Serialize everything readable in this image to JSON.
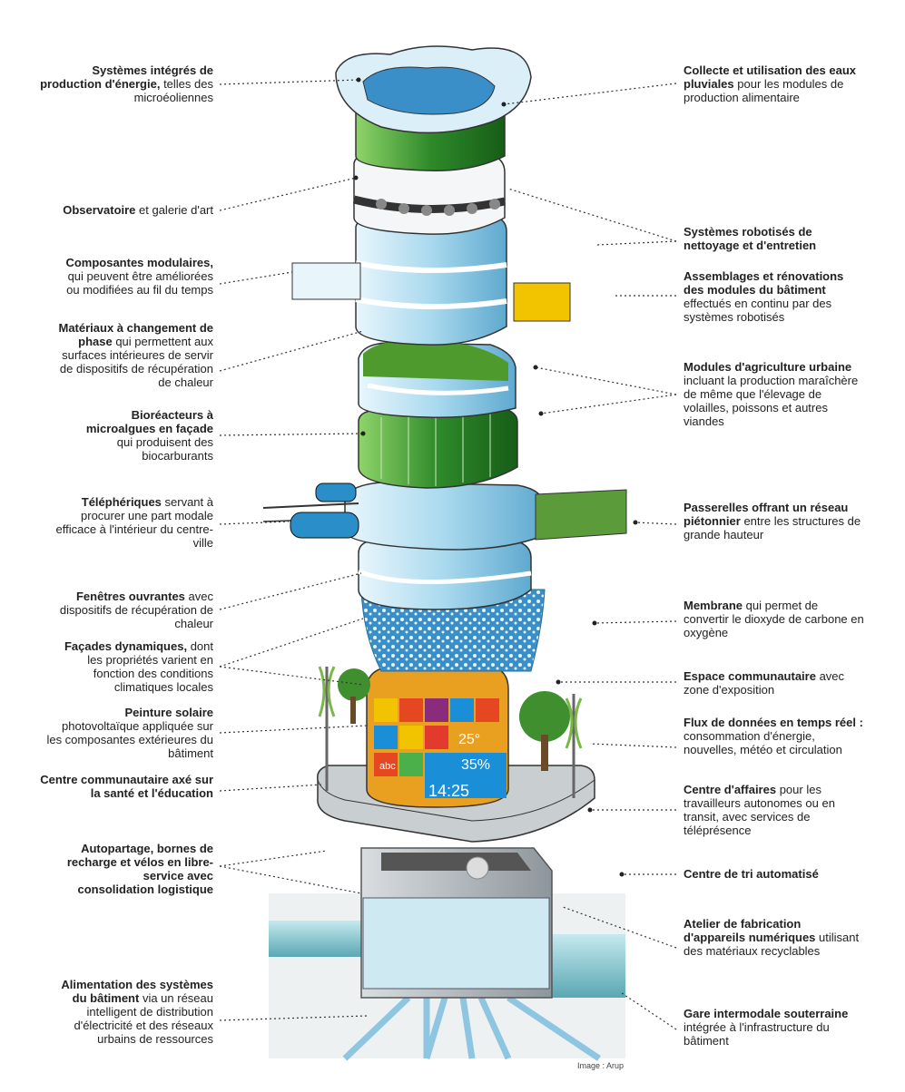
{
  "left_labels": [
    {
      "id": "energie",
      "b": "Systèmes intégrés de production d'énergie,",
      "n": " telles des microéoliennes"
    },
    {
      "id": "observatoire",
      "b": "Observatoire",
      "n": " et galerie d'art"
    },
    {
      "id": "modulaires",
      "b": "Composantes modulaires,",
      "n": " qui peuvent être améliorées ou modifiées au fil du temps"
    },
    {
      "id": "materiaux",
      "b": "Matériaux à changement de phase",
      "n": " qui permettent aux surfaces intérieures de servir de dispositifs de récupération de chaleur"
    },
    {
      "id": "bioreacteurs",
      "b": "Bioréacteurs à microalgues en façade",
      "n": " qui produisent des biocarburants"
    },
    {
      "id": "telepheriques",
      "b": "Téléphériques",
      "n": " servant à procurer une part modale efficace à l'intérieur du centre-ville"
    },
    {
      "id": "fenetres",
      "b": "Fenêtres ouvrantes",
      "n": " avec dispositifs de récupération de chaleur"
    },
    {
      "id": "facades",
      "b": "Façades dynamiques,",
      "n": " dont les propriétés varient en fonction des conditions climatiques locales"
    },
    {
      "id": "peinture",
      "b": "Peinture solaire",
      "n": " photovoltaïque appliquée sur les composantes extérieures du bâtiment"
    },
    {
      "id": "centre_comm",
      "b": "Centre communautaire axé sur la santé et l'éducation",
      "n": ""
    },
    {
      "id": "autopartage",
      "b": "Autopartage, bornes de recharge et vélos en libre-service avec consolidation logistique",
      "n": ""
    },
    {
      "id": "alimentation",
      "b": "Alimentation des systèmes du bâtiment",
      "n": " via un réseau intelligent de distribution d'électricité et des réseaux urbains de ressources"
    }
  ],
  "right_labels": [
    {
      "id": "collecte",
      "b": "Collecte et utilisation des eaux pluviales",
      "n": " pour les modules de production alimentaire"
    },
    {
      "id": "robotises",
      "b": "Systèmes robotisés de nettoyage et d'entretien",
      "n": ""
    },
    {
      "id": "assemblages",
      "b": "Assemblages et rénovations des modules du bâtiment",
      "n": " effectués en continu par des systèmes robotisés"
    },
    {
      "id": "agriculture",
      "b": "Modules d'agriculture urbaine",
      "n": " incluant la production maraîchère de même que l'élevage de volailles, poissons et autres viandes"
    },
    {
      "id": "passerelles",
      "b": "Passerelles offrant un réseau piétonnier",
      "n": " entre les structures de grande hauteur"
    },
    {
      "id": "membrane",
      "b": "Membrane",
      "n": " qui permet de convertir le dioxyde de carbone en oxygène"
    },
    {
      "id": "espace",
      "b": "Espace communautaire",
      "n": " avec zone d'exposition"
    },
    {
      "id": "flux",
      "b": "Flux de données en temps réel :",
      "n": " consommation d'énergie, nouvelles, météo et circulation"
    },
    {
      "id": "affaires",
      "b": "Centre d'affaires",
      "n": " pour les travailleurs autonomes ou en transit, avec services de téléprésence"
    },
    {
      "id": "tri",
      "b": "Centre de tri automatisé",
      "n": ""
    },
    {
      "id": "atelier",
      "b": "Atelier de fabrication d'appareils numériques",
      "n": " utilisant des matériaux recyclables"
    },
    {
      "id": "gare",
      "b": "Gare intermodale souterraine",
      "n": " intégrée à l'infrastructure du bâtiment"
    }
  ],
  "screen": {
    "t1": "25°",
    "t2": "35%",
    "t3": "14:25",
    "abc": "abc"
  },
  "credit": "Image : Arup",
  "colors": {
    "accent": "#2a8fc8",
    "glass": "#bfe3f2",
    "green": "#3f8f2f",
    "leader": "#333333"
  }
}
